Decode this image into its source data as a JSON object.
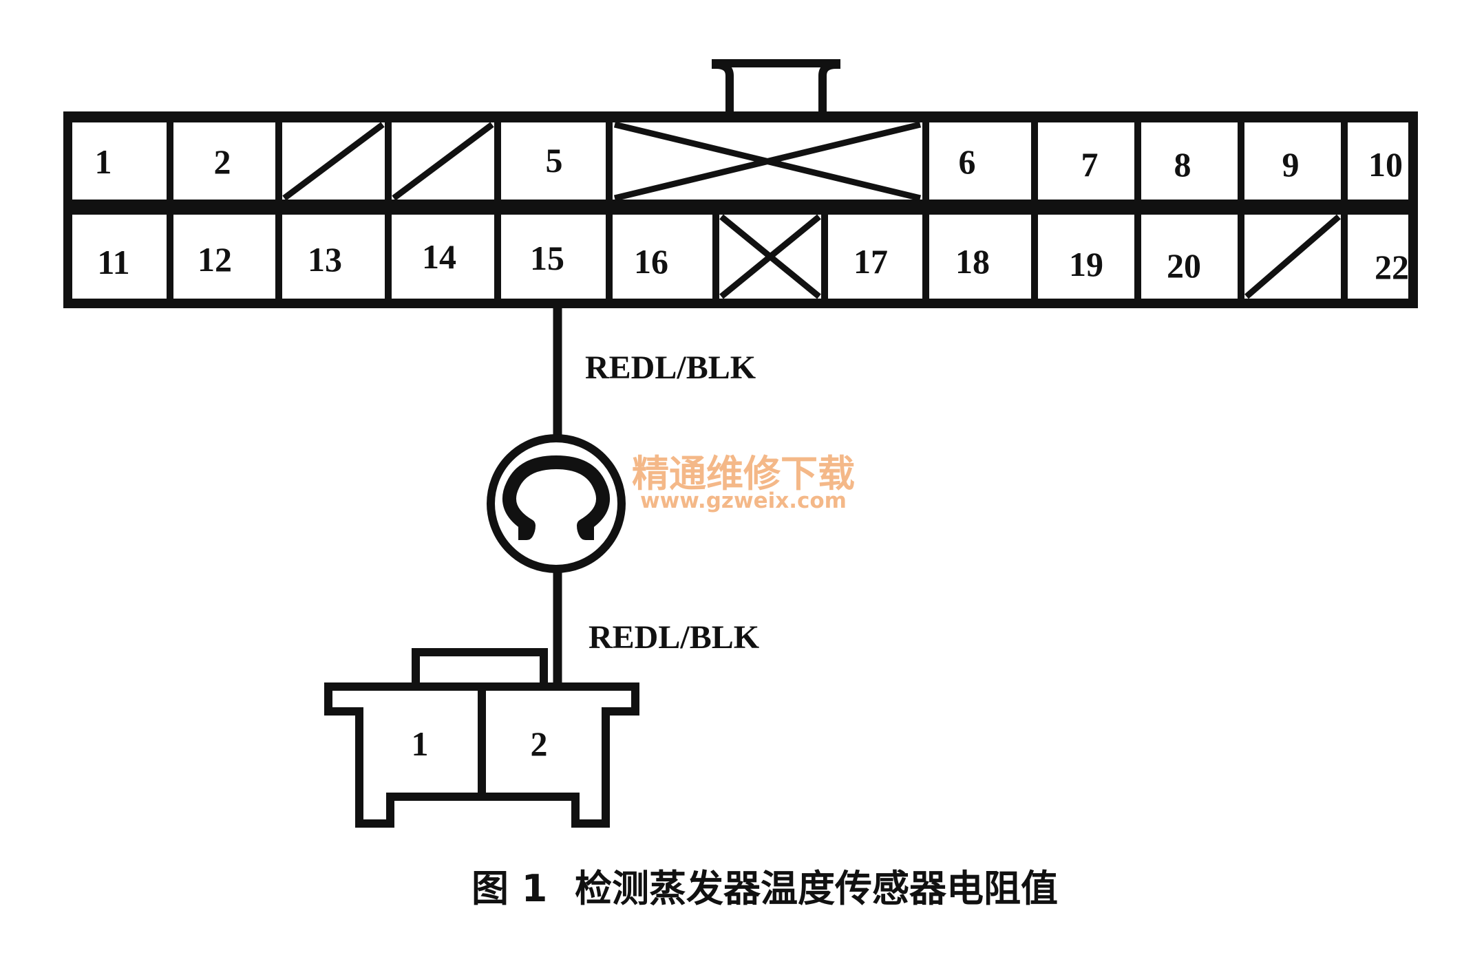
{
  "connector": {
    "top_row": [
      "1",
      "2",
      "",
      "",
      "5",
      "",
      "6",
      "7",
      "8",
      "9",
      "10"
    ],
    "bottom_row": [
      "11",
      "12",
      "13",
      "14",
      "15",
      "16",
      "",
      "17",
      "18",
      "19",
      "20",
      "",
      "22"
    ]
  },
  "sensor_connector": {
    "pins": [
      "1",
      "2"
    ]
  },
  "wire": {
    "upper_label": "REDL/BLK",
    "lower_label": "REDL/BLK"
  },
  "meter": {
    "symbol": "Ω"
  },
  "caption": {
    "figure_number": "图 1",
    "title": "检测蒸发器温度传感器电阻值"
  },
  "watermark": {
    "name": "精通维修下载",
    "url": "www.gzweix.com"
  }
}
